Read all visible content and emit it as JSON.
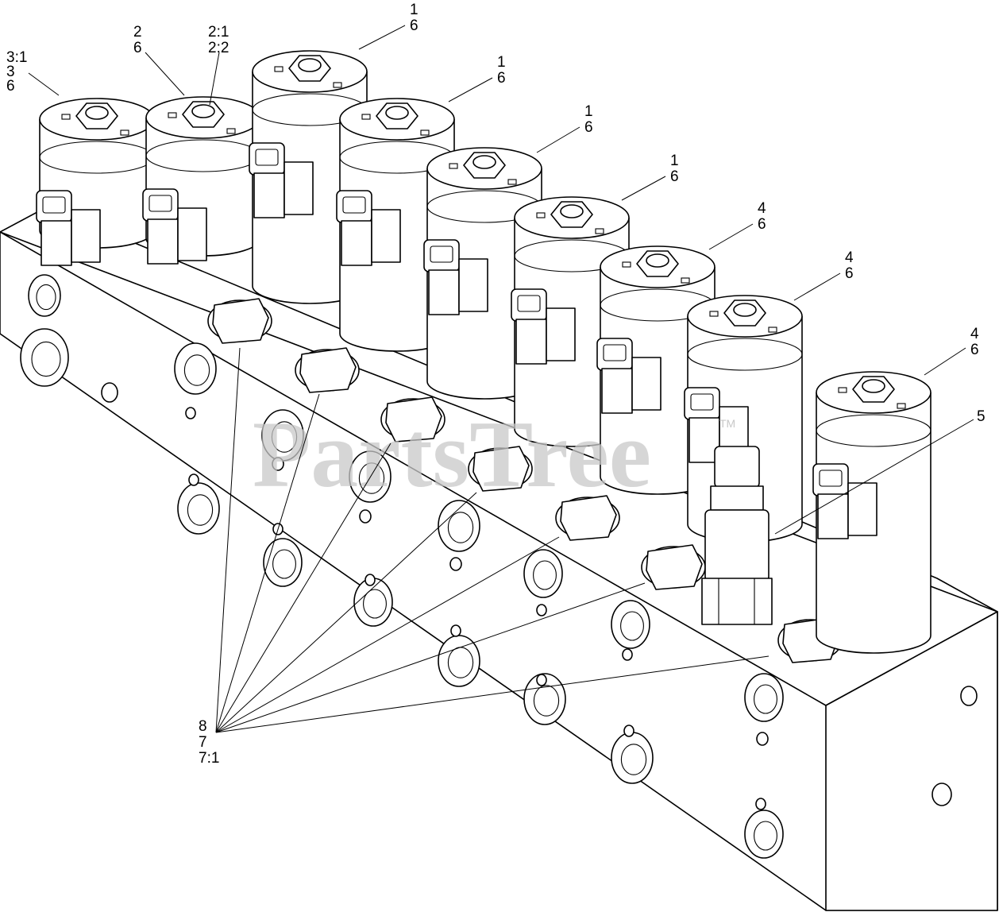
{
  "watermark": {
    "text": "PartsTree",
    "trademark": "TM"
  },
  "callouts": {
    "c3": [
      "3:1",
      "3",
      "6"
    ],
    "c2": [
      "2",
      "6"
    ],
    "c2b": [
      "2:1",
      "2:2"
    ],
    "c1a": [
      "1",
      "6"
    ],
    "c1b": [
      "1",
      "6"
    ],
    "c1c": [
      "1",
      "6"
    ],
    "c1d": [
      "1",
      "6"
    ],
    "c4a": [
      "4",
      "6"
    ],
    "c4b": [
      "4",
      "6"
    ],
    "c4c": [
      "4",
      "6"
    ],
    "c5": [
      "5"
    ],
    "c8": [
      "8",
      "7",
      "7:1"
    ]
  }
}
